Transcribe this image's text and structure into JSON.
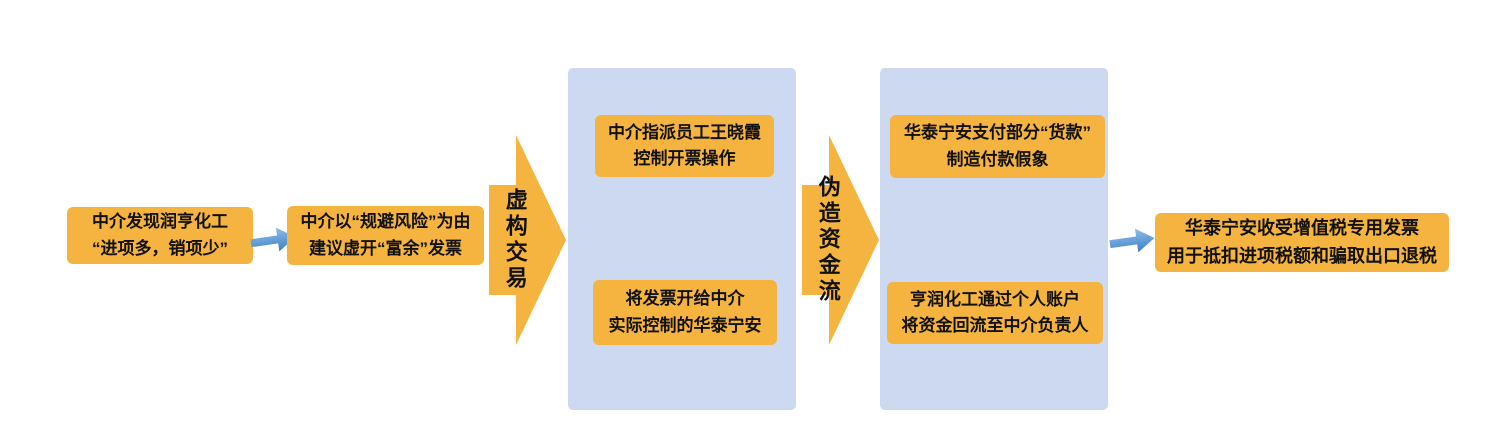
{
  "colors": {
    "box-orange": "#F5B43F",
    "panel-blue": "#CDD9F0",
    "arrow-blue": "#3E7FC4",
    "arrow-blue-light": "#8FC0EA",
    "text": "#111111",
    "background": "#FFFFFF"
  },
  "flow": {
    "step1": {
      "l1": "中介发现润亨化工",
      "l2": "“进项多，销项少”"
    },
    "step2": {
      "l1": "中介以“规避风险”为由",
      "l2": "建议虚开“富余”发票"
    },
    "arrow_trade_label": "虚构交易",
    "panel1_top": {
      "l1": "中介指派员工王晓霞",
      "l2": "控制开票操作"
    },
    "panel1_bottom": {
      "l1": "将发票开给中介",
      "l2": "实际控制的华泰宁安"
    },
    "arrow_funds_label": "伪造资金流",
    "panel2_top": {
      "l1": "华泰宁安支付部分“货款”",
      "l2": "制造付款假象"
    },
    "panel2_bottom": {
      "l1": "亨润化工通过个人账户",
      "l2": "将资金回流至中介负责人"
    },
    "result": {
      "l1": "华泰宁安收受增值税专用发票",
      "l2": "用于抵扣进项税额和骗取出口退税"
    }
  }
}
